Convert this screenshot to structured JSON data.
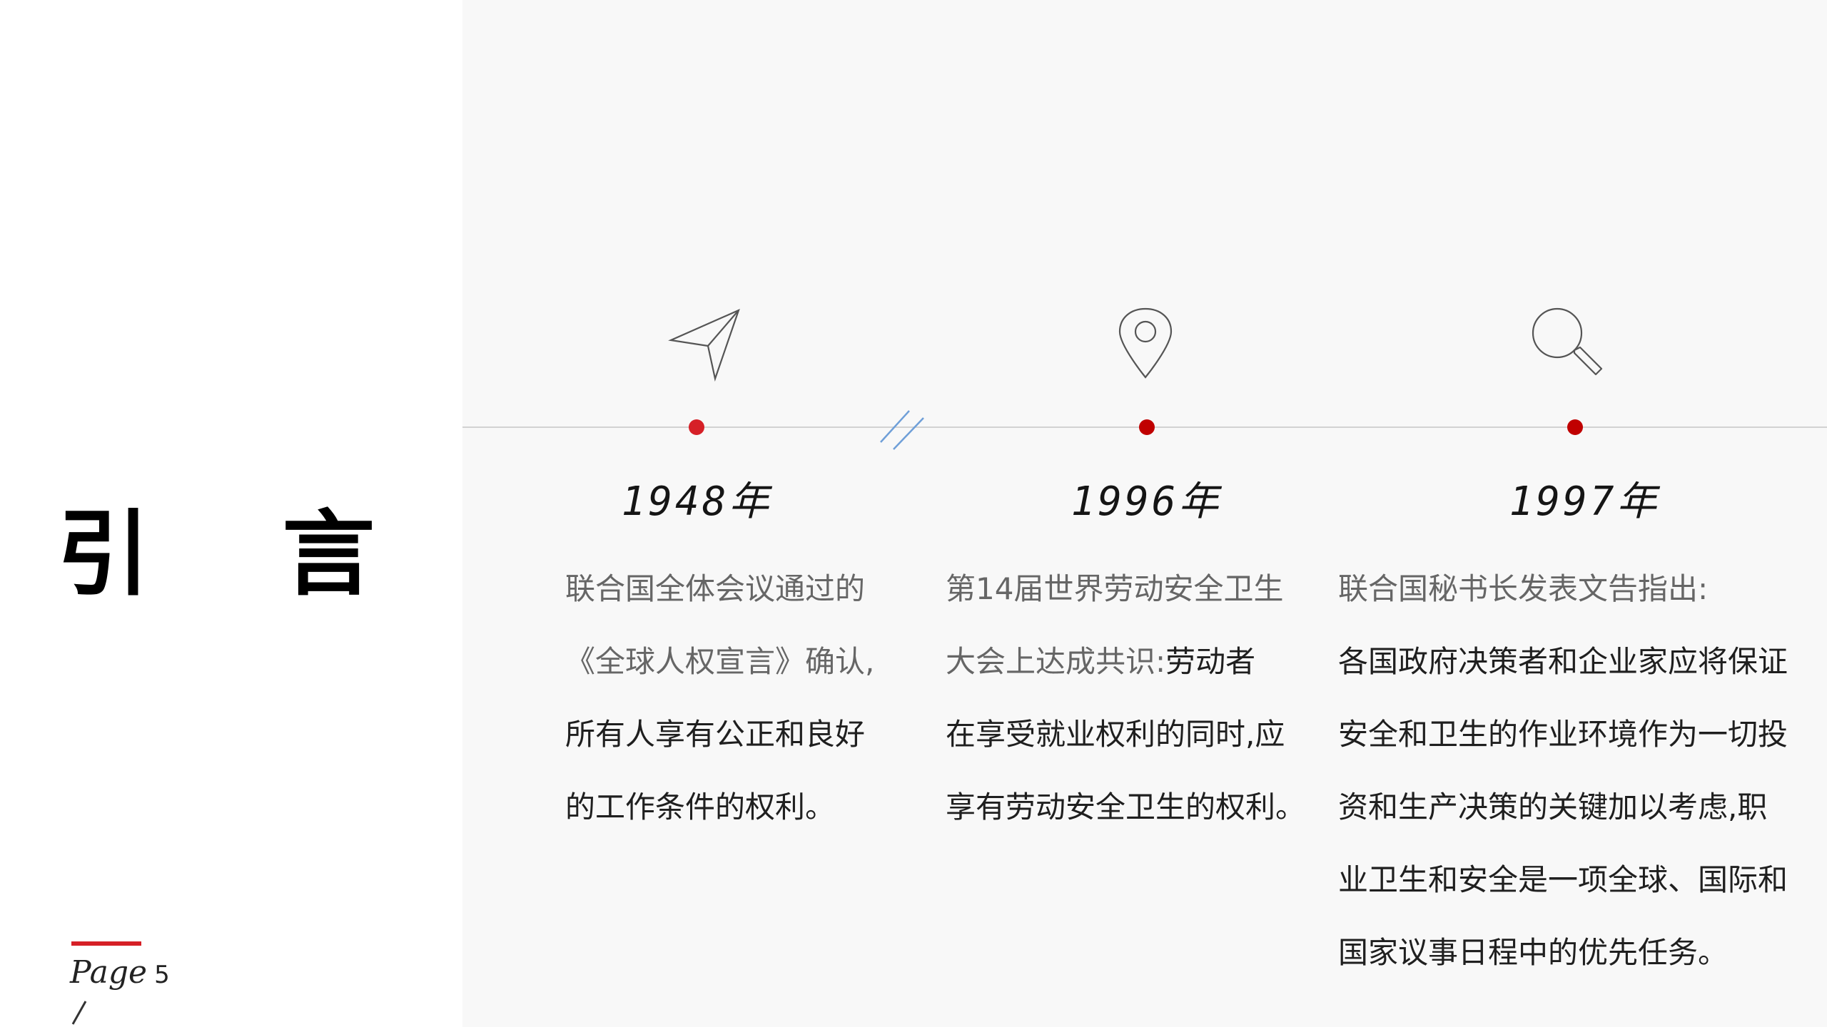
{
  "slide": {
    "title": "引 言",
    "page_label": "Page",
    "page_number": "5"
  },
  "colors": {
    "accent": "#d62027",
    "panel": "#f8f8f8",
    "line": "#d2d2d2",
    "break_mark": "#6f9fd8"
  },
  "timeline": {
    "items": [
      {
        "icon": "paper-plane-icon",
        "year": "1948年",
        "lines": [
          {
            "text": "联合国全体会议通过的",
            "tone": "grey"
          },
          {
            "text": "《全球人权宣言》确认,",
            "tone": "grey"
          },
          {
            "text": "所有人享有公正和良好",
            "tone": "dark"
          },
          {
            "text": "的工作条件的权利。",
            "tone": "dark"
          }
        ]
      },
      {
        "icon": "map-pin-icon",
        "year": "1996年",
        "lines": [
          {
            "text": "第14届世界劳动安全卫生",
            "tone": "grey"
          },
          {
            "text_grey": "大会上达成共识:",
            "text_dark": "劳动者",
            "tone": "mixed"
          },
          {
            "text": "在享受就业权利的同时,应",
            "tone": "dark"
          },
          {
            "text": "享有劳动安全卫生的权利。",
            "tone": "dark"
          }
        ]
      },
      {
        "icon": "magnifier-icon",
        "year": "1997年",
        "lines": [
          {
            "text": "联合国秘书长发表文告指出:",
            "tone": "grey"
          },
          {
            "text": "各国政府决策者和企业家应将保证",
            "tone": "dark"
          },
          {
            "text": "安全和卫生的作业环境作为一切投",
            "tone": "dark"
          },
          {
            "text": "资和生产决策的关键加以考虑,职",
            "tone": "dark"
          },
          {
            "text": "业卫生和安全是一项全球、国际和",
            "tone": "dark"
          },
          {
            "text": "国家议事日程中的优先任务。",
            "tone": "dark"
          }
        ]
      }
    ]
  }
}
